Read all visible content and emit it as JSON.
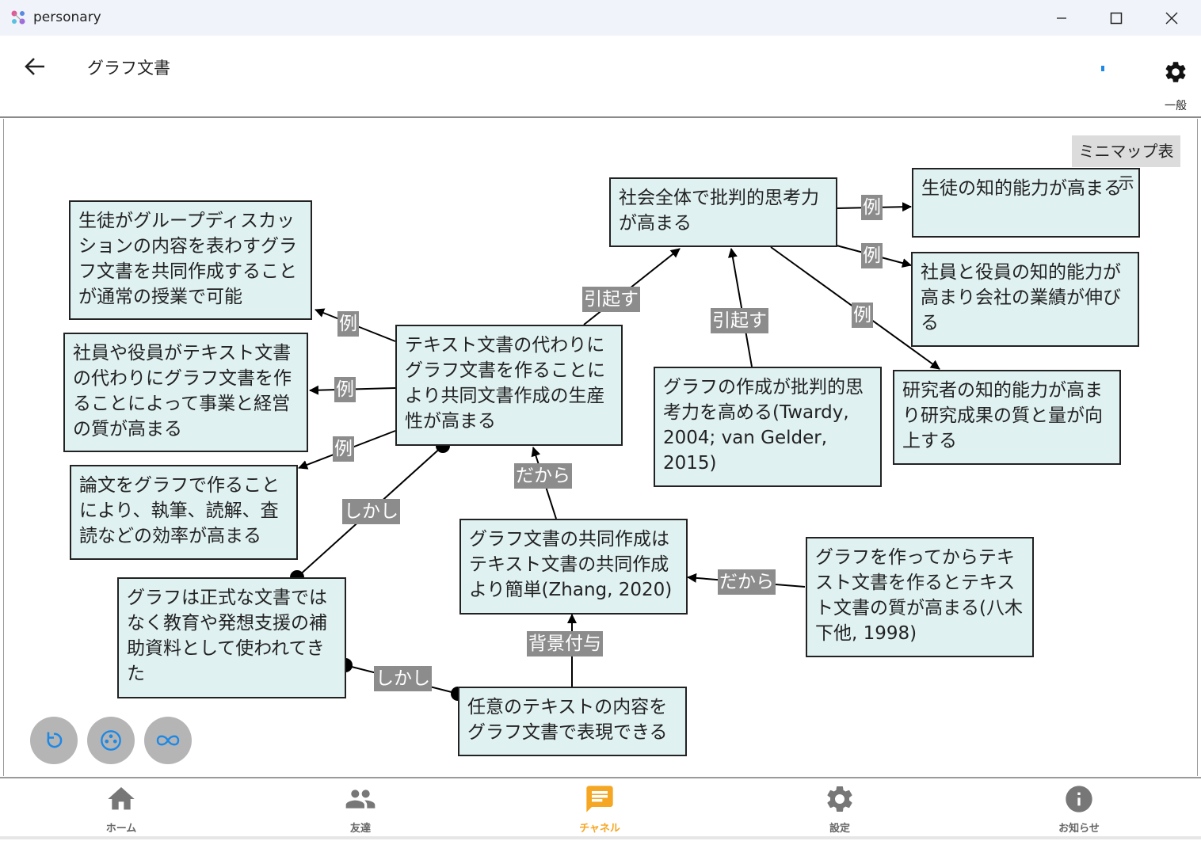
{
  "window": {
    "app_name": "personary"
  },
  "header": {
    "title": "グラフ文書",
    "settings_label": "一般"
  },
  "canvas": {
    "minimap_label": "ミニマップ表示",
    "nodes": [
      {
        "id": "n1",
        "text": "生徒がグループディスカッションの内容を表わすグラフ文書を共同作成することが通常の授業で可能"
      },
      {
        "id": "n2",
        "text": "社員や役員がテキスト文書の代わりにグラフ文書を作ることによって事業と経営の質が高まる"
      },
      {
        "id": "n3",
        "text": "論文をグラフで作ることにより、執筆、読解、査読などの効率が高まる"
      },
      {
        "id": "n4",
        "text": "テキスト文書の代わりにグラフ文書を作ることにより共同文書作成の生産性が高まる"
      },
      {
        "id": "n5",
        "text": "社会全体で批判的思考力が高まる"
      },
      {
        "id": "n6",
        "text": "生徒の知的能力が高まる"
      },
      {
        "id": "n7",
        "text": "社員と役員の知的能力が高まり会社の業績が伸びる"
      },
      {
        "id": "n8",
        "text": "研究者の知的能力が高まり研究成果の質と量が向上する"
      },
      {
        "id": "n9",
        "text": "グラフの作成が批判的思考力を高める(Twardy, 2004; van Gelder, 2015)"
      },
      {
        "id": "n10",
        "text": "グラフ文書の共同作成はテキスト文書の共同作成より簡単(Zhang, 2020)"
      },
      {
        "id": "n11",
        "text": "グラフを作ってからテキスト文書を作るとテキスト文書の質が高まる(八木下他, 1998)"
      },
      {
        "id": "n12",
        "text": "グラフは正式な文書ではなく教育や発想支援の補助資料として使われてきた"
      },
      {
        "id": "n13",
        "text": "任意のテキストの内容をグラフ文書で表現できる"
      }
    ],
    "edge_labels": [
      {
        "id": "e1",
        "text": "例"
      },
      {
        "id": "e2",
        "text": "例"
      },
      {
        "id": "e3",
        "text": "例"
      },
      {
        "id": "e4",
        "text": "引起す"
      },
      {
        "id": "e5",
        "text": "例"
      },
      {
        "id": "e6",
        "text": "例"
      },
      {
        "id": "e7",
        "text": "例"
      },
      {
        "id": "e8",
        "text": "引起す"
      },
      {
        "id": "e9",
        "text": "だから"
      },
      {
        "id": "e10",
        "text": "しかし"
      },
      {
        "id": "e11",
        "text": "だから"
      },
      {
        "id": "e12",
        "text": "背景付与"
      },
      {
        "id": "e13",
        "text": "しかし"
      }
    ]
  },
  "bottom_nav": {
    "items": [
      {
        "label": "ホーム",
        "icon": "home-icon"
      },
      {
        "label": "友達",
        "icon": "people-icon"
      },
      {
        "label": "チャネル",
        "icon": "chat-icon",
        "active": true
      },
      {
        "label": "設定",
        "icon": "gear-icon"
      },
      {
        "label": "お知らせ",
        "icon": "info-icon"
      }
    ]
  },
  "colors": {
    "node_fill": "#e0f1f1",
    "label_bg": "#8c8c8c",
    "active_nav": "#f5a623",
    "fab": "#b5b5b5",
    "fab_icon": "#1e88e5"
  }
}
